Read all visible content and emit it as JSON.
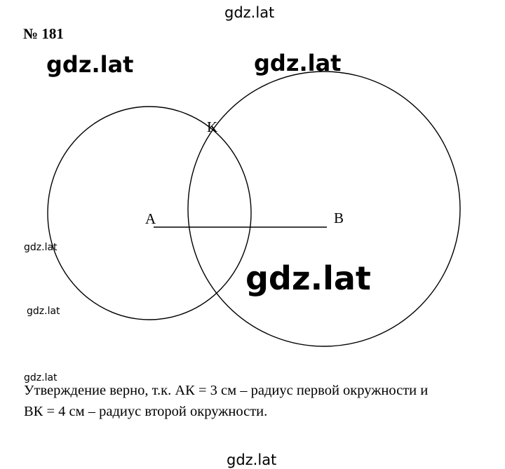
{
  "watermarks": {
    "top": "gdz.lat",
    "big_left": "gdz.lat",
    "big_right": "gdz.lat",
    "huge": "gdz.lat",
    "small_1": "gdz.lat",
    "small_2": "gdz.lat",
    "small_3": "gdz.lat",
    "bottom": "gdz.lat"
  },
  "task": {
    "number": "№ 181"
  },
  "figure": {
    "points": {
      "A": "A",
      "B": "B",
      "K": "K"
    }
  },
  "answer": {
    "line1": "Утверждение верно, т.к. АК = 3 см – радиус первой окружности и",
    "line2": "ВК = 4 см – радиус второй окружности."
  }
}
